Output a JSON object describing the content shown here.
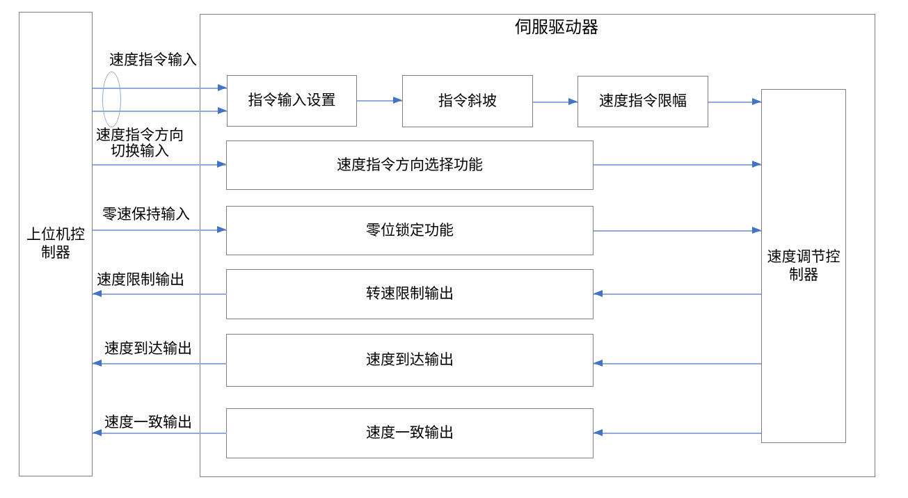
{
  "diagram": {
    "title": "伺服驱动器",
    "host_controller": "上位机控制器",
    "speed_regulator": "速度调节控制器",
    "blocks": {
      "cmd_input_setting": "指令输入设置",
      "cmd_ramp": "指令斜坡",
      "speed_cmd_limit": "速度指令限幅",
      "direction_select": "速度指令方向选择功能",
      "zero_lock": "零位锁定功能",
      "rot_speed_limit_out": "转速限制输出",
      "speed_reach_out": "速度到达输出",
      "speed_match_out": "速度一致输出"
    },
    "signals": {
      "speed_cmd_in": "速度指令输入",
      "dir_switch_in": "速度指令方向切换输入",
      "zero_hold_in": "零速保持输入",
      "speed_limit_out": "速度限制输出",
      "speed_reach_out": "速度到达输出",
      "speed_match_out": "速度一致输出"
    }
  },
  "colors": {
    "background": "#ffffff",
    "text": "#000000",
    "border": "#7f7f7f",
    "line": "#8ea9db",
    "arrowhead": "#4472c4"
  }
}
